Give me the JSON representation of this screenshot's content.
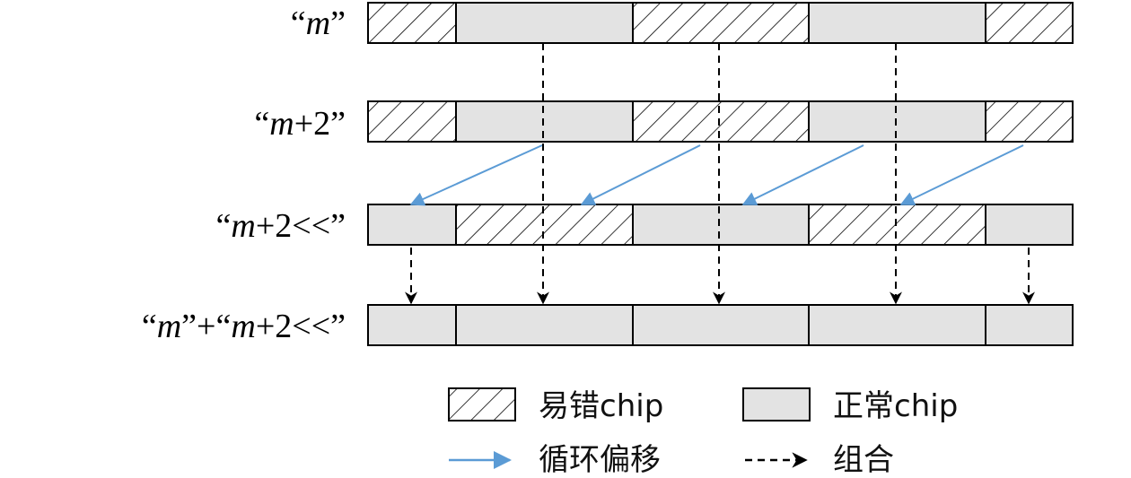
{
  "rows": [
    {
      "label": "“m”",
      "label_italic_var": "m",
      "segments": [
        "hatched",
        "gray",
        "hatched",
        "gray",
        "hatched"
      ]
    },
    {
      "label": "“m+2”",
      "label_italic_var": "m",
      "segments": [
        "hatched",
        "gray",
        "hatched",
        "gray",
        "hatched"
      ]
    },
    {
      "label": "“m+2<<”",
      "label_italic_var": "m",
      "segments": [
        "gray",
        "hatched",
        "gray",
        "hatched",
        "gray"
      ]
    },
    {
      "label": "“m”+“m+2<<”",
      "label_italic_var": "m",
      "segments": [
        "gray",
        "gray",
        "gray",
        "gray",
        "gray"
      ]
    }
  ],
  "legend": {
    "error_chip": "易错chip",
    "normal_chip": "正常chip",
    "cyclic_shift": "循环偏移",
    "combine": "组合"
  },
  "colors": {
    "gray_fill": "#e3e3e3",
    "outline": "#000000",
    "shift_arrow": "#5b9bd5",
    "combine_arrow": "#000000"
  }
}
